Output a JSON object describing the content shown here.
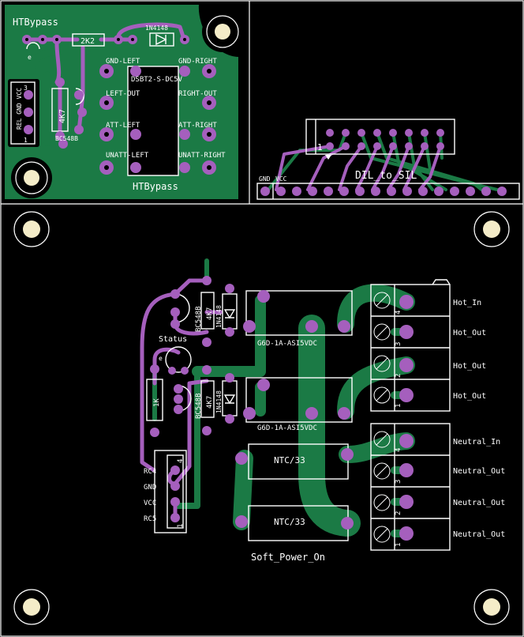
{
  "colors": {
    "background": "#000000",
    "copper_top": "#1b7a45",
    "copper_bottom": "#a55fbd",
    "silkscreen": "#ffffff",
    "pad": "#a55fbd",
    "mount_hole": "#f4ecc8"
  },
  "htbypass": {
    "corner_label": "HTBypass",
    "title": "HTBypass",
    "resistor_top": "2K2",
    "diode": "1N4148",
    "relay": "DSBT2-S-DC5V",
    "resistor_side": "4K7",
    "transistor": "BC548B",
    "header_label": "REL GND VCC",
    "header_pin3": "3",
    "header_pin1": "1",
    "pin_left": [
      "GND-LEFT",
      "LEFT-OUT",
      "ATT-LEFT",
      "UNATT-LEFT"
    ],
    "pin_right": [
      "GND-RIGHT",
      "RIGHT-OUT",
      "ATT-RIGHT",
      "UNATT-RIGHT"
    ],
    "e_mark": "e"
  },
  "dil_to_sil": {
    "title": "DIL_to_SIL",
    "gnd": "GND",
    "vcc": "VCC",
    "pin1": "1"
  },
  "soft_power": {
    "title": "Soft_Power_On",
    "transistor": "BC548B",
    "resistor_4k7": "4K7",
    "diode": "1N4148",
    "relay": "G6D-1A-ASI5VDC",
    "status_label": "Status",
    "resistor_1k": "1K",
    "e_mark": "e",
    "ntc": "NTC/33",
    "header_pins": [
      "RC4",
      "GND",
      "VCC",
      "RC5"
    ],
    "header_num_top": "4",
    "header_num_bottom": "1",
    "terminal_nums": [
      "4",
      "3",
      "2",
      "1"
    ],
    "hot_labels": [
      "Hot_In",
      "Hot_Out",
      "Hot_Out",
      "Hot_Out"
    ],
    "neutral_labels": [
      "Neutral_In",
      "Neutral_Out",
      "Neutral_Out",
      "Neutral_Out"
    ]
  }
}
